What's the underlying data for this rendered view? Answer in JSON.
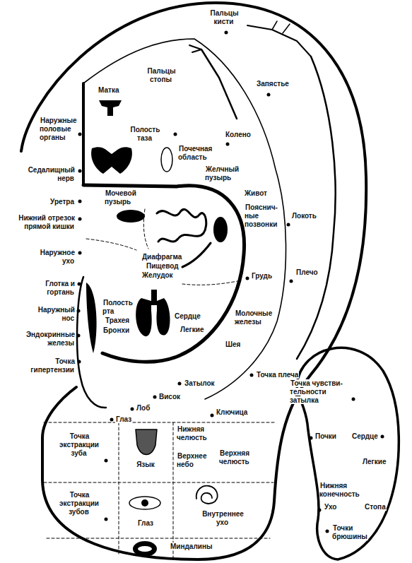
{
  "diagram": {
    "labels": [
      "Пальцы кисти",
      "Пальцы стопы",
      "Матка",
      "Запястье",
      "Наружные половые органы",
      "Полость таза",
      "Колено",
      "Седалищный нерв",
      "Почечная область",
      "Мочевой пузырь",
      "Желчный пузырь",
      "Живот",
      "Пояснич- ные позвонки",
      "Локоть",
      "Уретра",
      "Нижний отрезок прямой кишки",
      "Наружное ухо",
      "Диафрагма",
      "Пищевод",
      "Желудок",
      "Грудь",
      "Плечо",
      "Глотка и гортань",
      "Полость рта",
      "Трахея",
      "Сердце",
      "Наружный нос",
      "Бронхи",
      "Легкие",
      "Молочные железы",
      "Эндокринные железы",
      "Шея",
      "Точка гипертензии",
      "Точка плеча",
      "Затылок",
      "Висок",
      "Лоб",
      "Глаз",
      "Ключица",
      "Точка экстракции зуба",
      "Язык",
      "Нижняя челюсть",
      "Верхнее небо",
      "Верхняя челюсть",
      "Точка экстракции зубов",
      "Глаз",
      "Внутреннее ухо",
      "Миндалины",
      "Точка чувстви- тельности затылка",
      "Почки",
      "Сердце",
      "Легкие",
      "Нижняя конечность",
      "Ухо",
      "Стопа",
      "Точки брюшины"
    ]
  }
}
